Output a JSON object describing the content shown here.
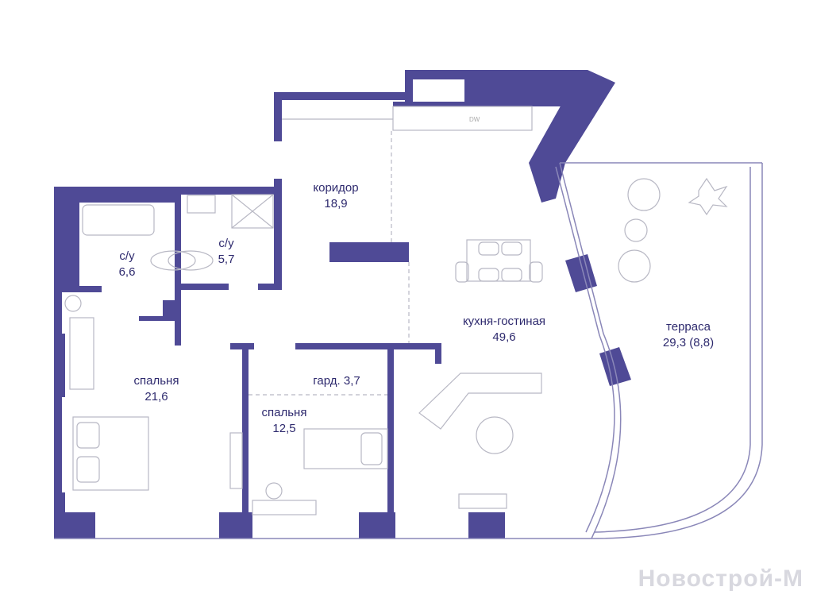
{
  "colors": {
    "wall": "#4f4a96",
    "text": "#2e2a6e"
  },
  "rooms": [
    {
      "name": "коридор",
      "area": "18,9"
    },
    {
      "name": "с/у",
      "area": "6,6"
    },
    {
      "name": "с/у",
      "area": "5,7"
    },
    {
      "name": "спальня",
      "area": "21,6"
    },
    {
      "name": "гард.",
      "area": "3,7"
    },
    {
      "name": "спальня",
      "area": "12,5"
    },
    {
      "name": "кухня-гостиная",
      "area": "49,6"
    },
    {
      "name": "терраса",
      "area": "29,3 (8,8)"
    }
  ],
  "appliance_label": "DW",
  "watermark": "Новострой-М"
}
